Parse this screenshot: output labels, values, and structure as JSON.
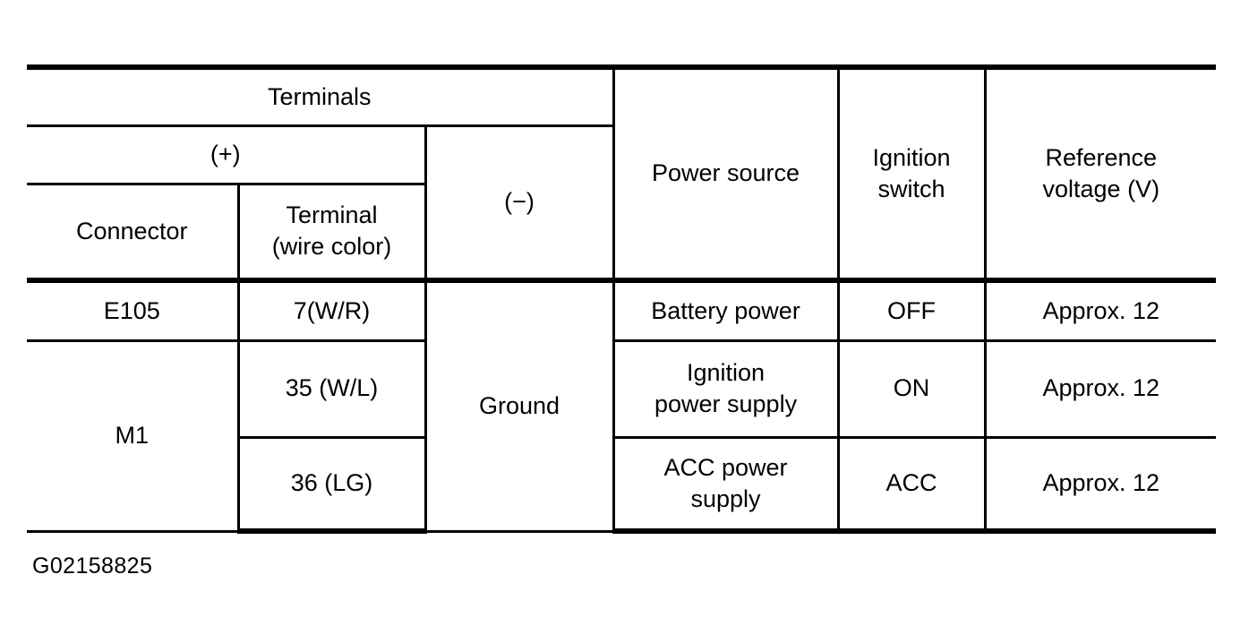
{
  "document": {
    "type": "terminal-voltage-reference-table",
    "figure_id": "G02158825"
  },
  "table": {
    "header": {
      "terminals_group": "Terminals",
      "positive_group": "(+)",
      "negative_group": "(−)",
      "connector": "Connector",
      "terminal_wire_color": "Terminal\n(wire color)",
      "terminal_line1": "Terminal",
      "terminal_line2": "(wire color)",
      "power_source": "Power source",
      "ignition_switch_line1": "Ignition",
      "ignition_switch_line2": "switch",
      "reference_voltage_line1": "Reference",
      "reference_voltage_line2": "voltage (V)"
    },
    "rows": [
      {
        "connector": "E105",
        "terminal": "7(W/R)",
        "negative": "Ground",
        "power_source_line1": "Battery power",
        "power_source_line2": "",
        "ignition_switch": "OFF",
        "reference_voltage": "Approx. 12"
      },
      {
        "connector": "M1",
        "terminal": "35 (W/L)",
        "negative": "",
        "power_source_line1": "Ignition",
        "power_source_line2": "power supply",
        "ignition_switch": "ON",
        "reference_voltage": "Approx. 12"
      },
      {
        "connector": "",
        "terminal": "36 (LG)",
        "negative": "",
        "power_source_line1": "ACC power",
        "power_source_line2": "supply",
        "ignition_switch": "ACC",
        "reference_voltage": "Approx. 12"
      }
    ]
  },
  "colors": {
    "ink": "#000000",
    "paper": "#ffffff"
  }
}
